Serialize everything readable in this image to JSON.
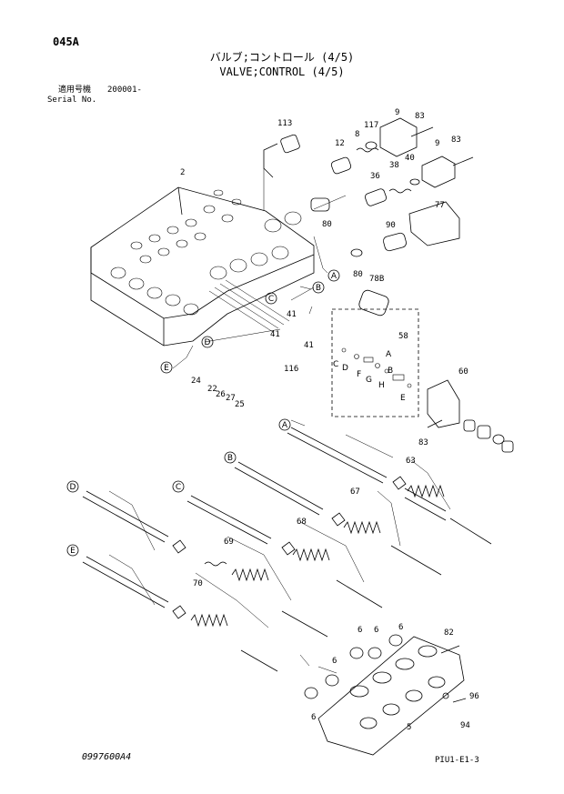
{
  "header": {
    "page_code": "045A",
    "title_jp": "バルブ;コントロール (4/5)",
    "title_en": "VALVE;CONTROL (4/5)",
    "serial_label_jp": "適用号機",
    "serial_label_en": "Serial No.",
    "serial_range": "200001-"
  },
  "footer": {
    "drawing_number": "0997600A4",
    "page_ref": "PIU1-E1-3"
  },
  "callouts": [
    "113",
    "2",
    "12",
    "8",
    "117",
    "9",
    "83",
    "9",
    "83",
    "36",
    "38",
    "40",
    "80",
    "77",
    "90",
    "80",
    "78B",
    "41",
    "41",
    "41",
    "58",
    "116",
    "24",
    "22",
    "26",
    "27",
    "25",
    "60",
    "83",
    "63",
    "67",
    "68",
    "69",
    "70",
    "82",
    "96",
    "94",
    "6",
    "6",
    "6",
    "6",
    "6",
    "5",
    "A",
    "B",
    "C",
    "D",
    "E",
    "F",
    "G",
    "H",
    "B",
    "E"
  ],
  "circle_labels": [
    "A",
    "B",
    "C",
    "D",
    "E",
    "A",
    "B",
    "C",
    "D",
    "E"
  ]
}
